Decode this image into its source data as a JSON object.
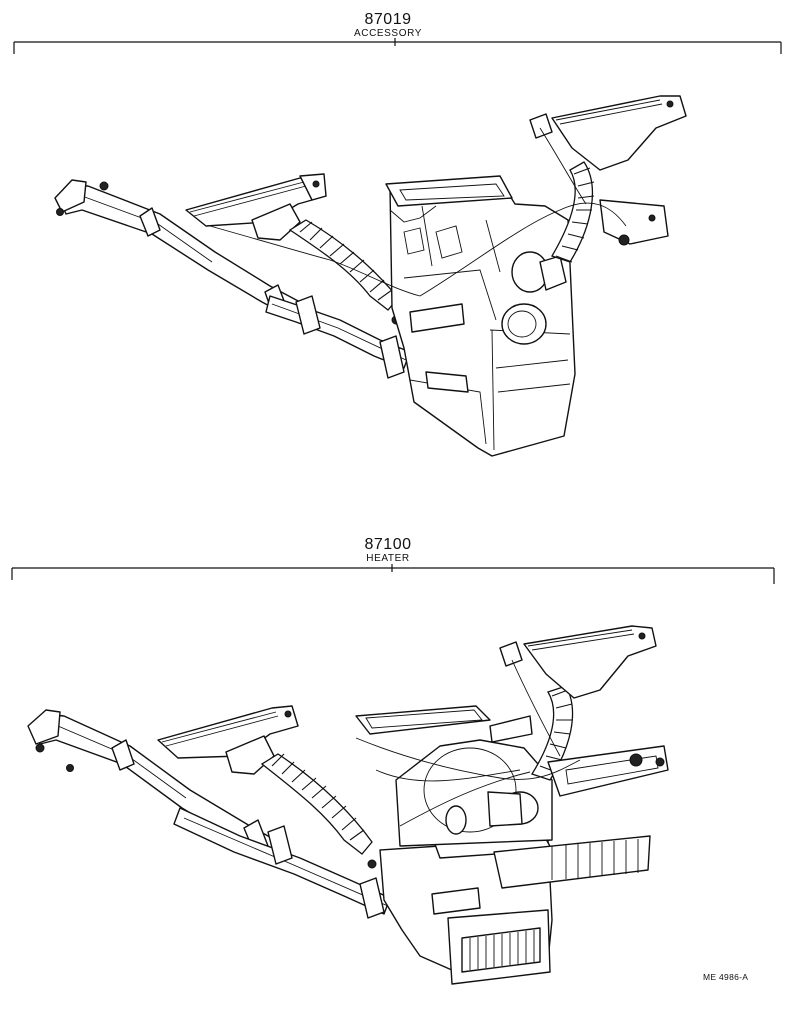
{
  "groups": [
    {
      "part_no": "87019",
      "name": "ACCESSORY"
    },
    {
      "part_no": "87100",
      "name": "HEATER"
    }
  ],
  "drawing_code": "ME 4986-A"
}
